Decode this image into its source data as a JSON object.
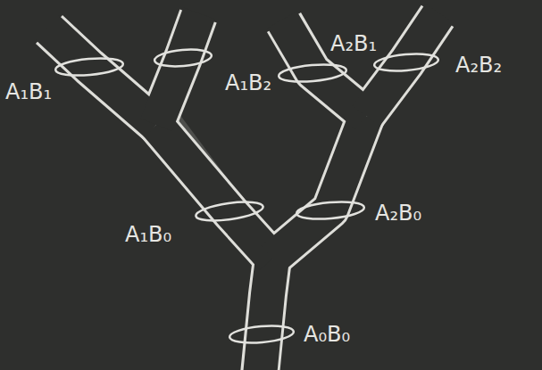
{
  "diagram": {
    "labels": [
      "A₁B₁",
      "A₁B₂",
      "A₂B₁",
      "A₂B₂",
      "A₁B₀",
      "A₂B₀",
      "A₀B₀"
    ]
  }
}
